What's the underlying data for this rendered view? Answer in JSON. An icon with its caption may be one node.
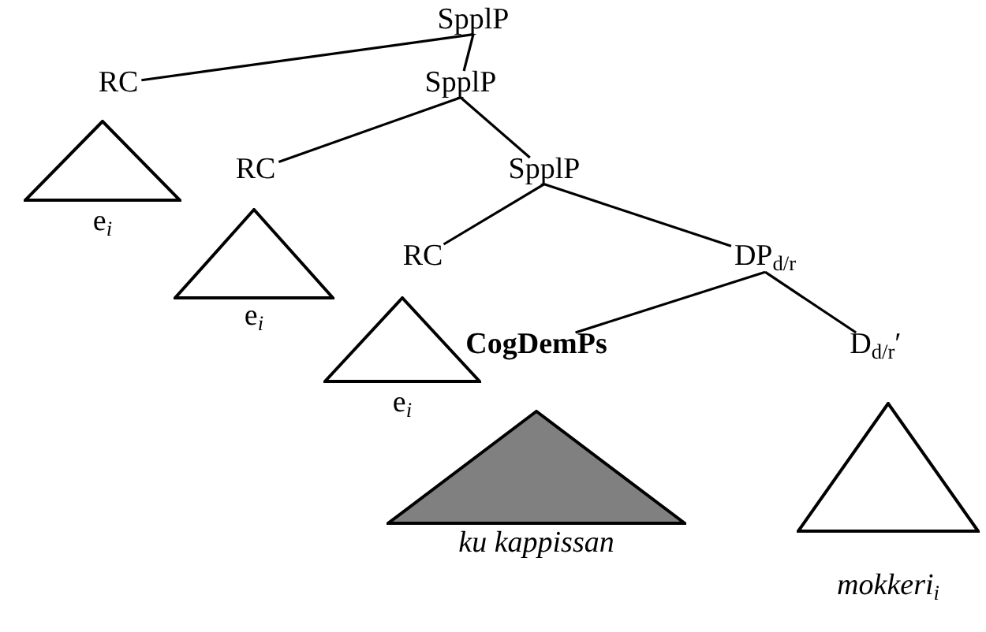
{
  "diagram": {
    "nodes": [
      {
        "text": [
          "SpplP"
        ]
      },
      {
        "text": [
          "RC"
        ]
      },
      {
        "text": [
          "SpplP"
        ]
      },
      {
        "text": [
          "e$_{i}$"
        ]
      },
      {
        "text": [
          "RC"
        ]
      },
      {
        "text": [
          "SpplP"
        ]
      },
      {
        "text": [
          "e$_{i}$"
        ]
      },
      {
        "text": [
          "RC"
        ]
      },
      {
        "text": [
          "DP$_{d/r}$"
        ]
      },
      {
        "text": [
          "e$_{i}$"
        ]
      },
      {
        "text": [
          "CogDemPs"
        ]
      },
      {
        "text": [
          "D$_{d/r}$′"
        ]
      },
      {
        "text": [
          "ku kappissan"
        ]
      },
      {
        "text": [
          "mokkeri$_{i}$"
        ]
      }
    ],
    "edges": [
      {
        "from": 0,
        "to": 1,
        "arrow": "none"
      },
      {
        "from": 0,
        "to": 2,
        "arrow": "none"
      },
      {
        "from": 2,
        "to": 4,
        "arrow": "none"
      },
      {
        "from": 2,
        "to": 5,
        "arrow": "none"
      },
      {
        "from": 5,
        "to": 7,
        "arrow": "none"
      },
      {
        "from": 5,
        "to": 8,
        "arrow": "none"
      },
      {
        "from": 8,
        "to": 10,
        "arrow": "none"
      },
      {
        "from": 8,
        "to": 11,
        "arrow": "none"
      }
    ]
  }
}
